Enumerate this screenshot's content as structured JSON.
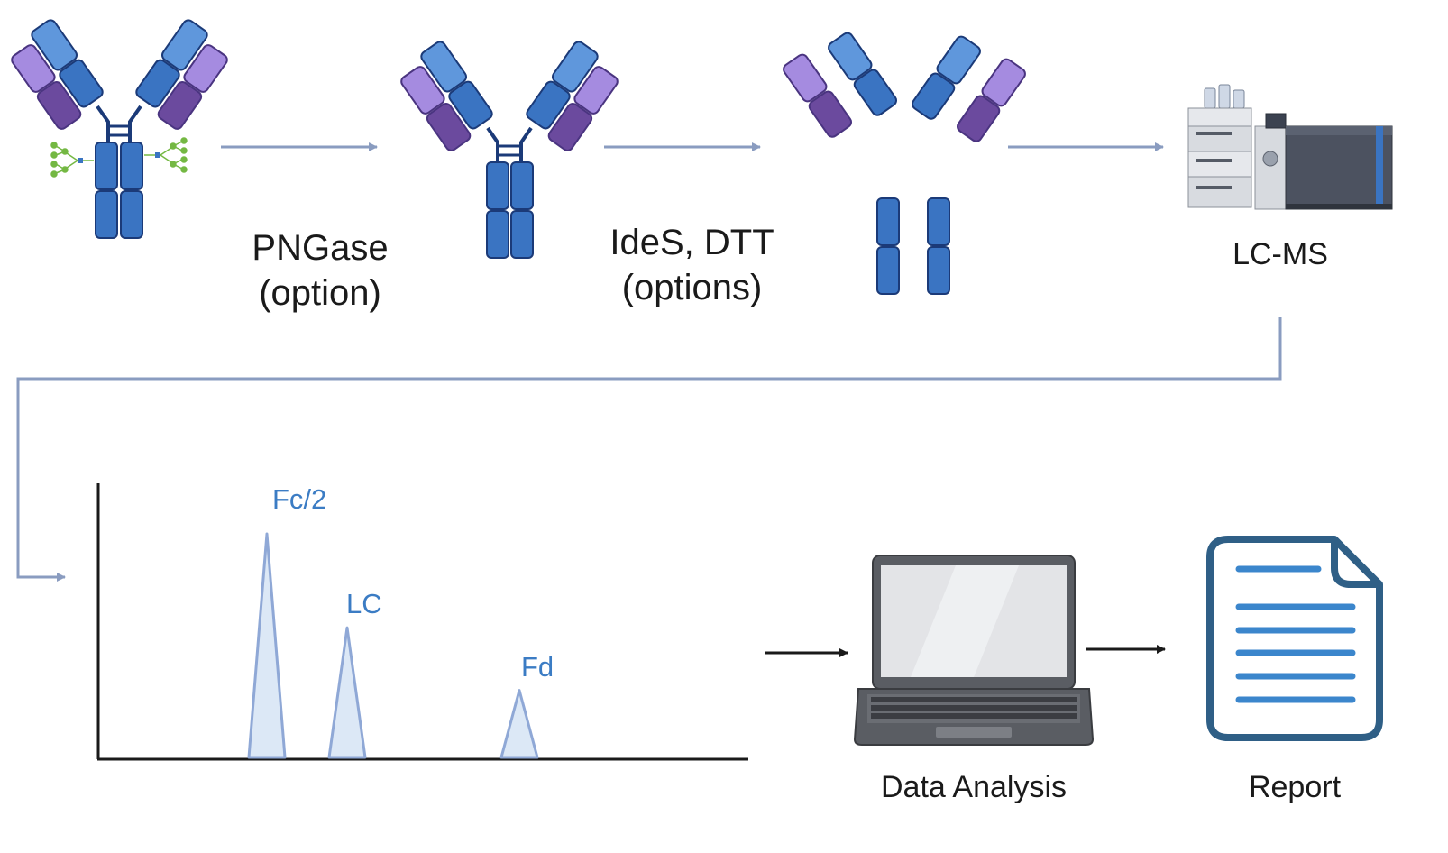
{
  "steps": {
    "pngase": {
      "line1": "PNGase",
      "line2": "(option)"
    },
    "ides": {
      "line1": "IdeS, DTT",
      "line2": "(options)"
    },
    "lcms": "LC-MS",
    "analysis": "Data Analysis",
    "report": "Report"
  },
  "chart_data": {
    "type": "line",
    "title": "",
    "xlabel": "",
    "ylabel": "",
    "peaks": [
      {
        "label": "Fc/2",
        "relative_height": 1.0
      },
      {
        "label": "LC",
        "relative_height": 0.58
      },
      {
        "label": "Fd",
        "relative_height": 0.3
      }
    ]
  },
  "colors": {
    "arrow": "#8a9cc0",
    "heavy_chain": "#3a74c2",
    "heavy_chain_light": "#5f97dc",
    "light_chain": "#a58be0",
    "light_chain_dark": "#6b4a9e",
    "outline": "#1b3a78",
    "glycan": "#74b843",
    "peak_fill": "#dce8f6",
    "peak_stroke": "#8fa8d6",
    "peak_label": "#3b7cc4"
  }
}
